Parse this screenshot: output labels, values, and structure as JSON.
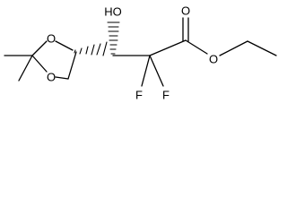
{
  "molecule": {
    "atom_labels": {
      "ring_oxygen_upper": "O",
      "ring_oxygen_lower": "O",
      "hydroxyl": "HO",
      "carbonyl_oxygen": "O",
      "ester_oxygen": "O",
      "fluorine_left": "F",
      "fluorine_right": "F"
    },
    "bond_color": "#000000",
    "background": "#ffffff"
  }
}
